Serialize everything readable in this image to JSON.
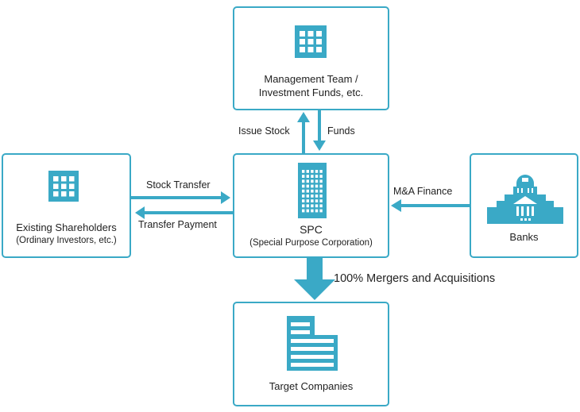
{
  "diagram": {
    "accent_color": "#3aa9c6",
    "nodes": {
      "management": {
        "icon": "office-building-icon",
        "line1": "Management Team /",
        "line2": "Investment Funds, etc."
      },
      "spc": {
        "icon": "tall-building-icon",
        "line1": "SPC",
        "line2": "(Special Purpose Corporation)"
      },
      "shareholders": {
        "icon": "office-building-icon",
        "line1": "Existing Shareholders",
        "line2": "(Ordinary Investors, etc.)"
      },
      "banks": {
        "icon": "bank-icon",
        "line1": "Banks"
      },
      "target": {
        "icon": "company-building-icon",
        "line1": "Target Companies"
      }
    },
    "edges": {
      "issue_stock": "Issue Stock",
      "funds": "Funds",
      "stock_transfer": "Stock Transfer",
      "transfer_payment": "Transfer Payment",
      "ma_finance": "M&A Finance",
      "mergers": "100% Mergers and Acquisitions"
    }
  }
}
